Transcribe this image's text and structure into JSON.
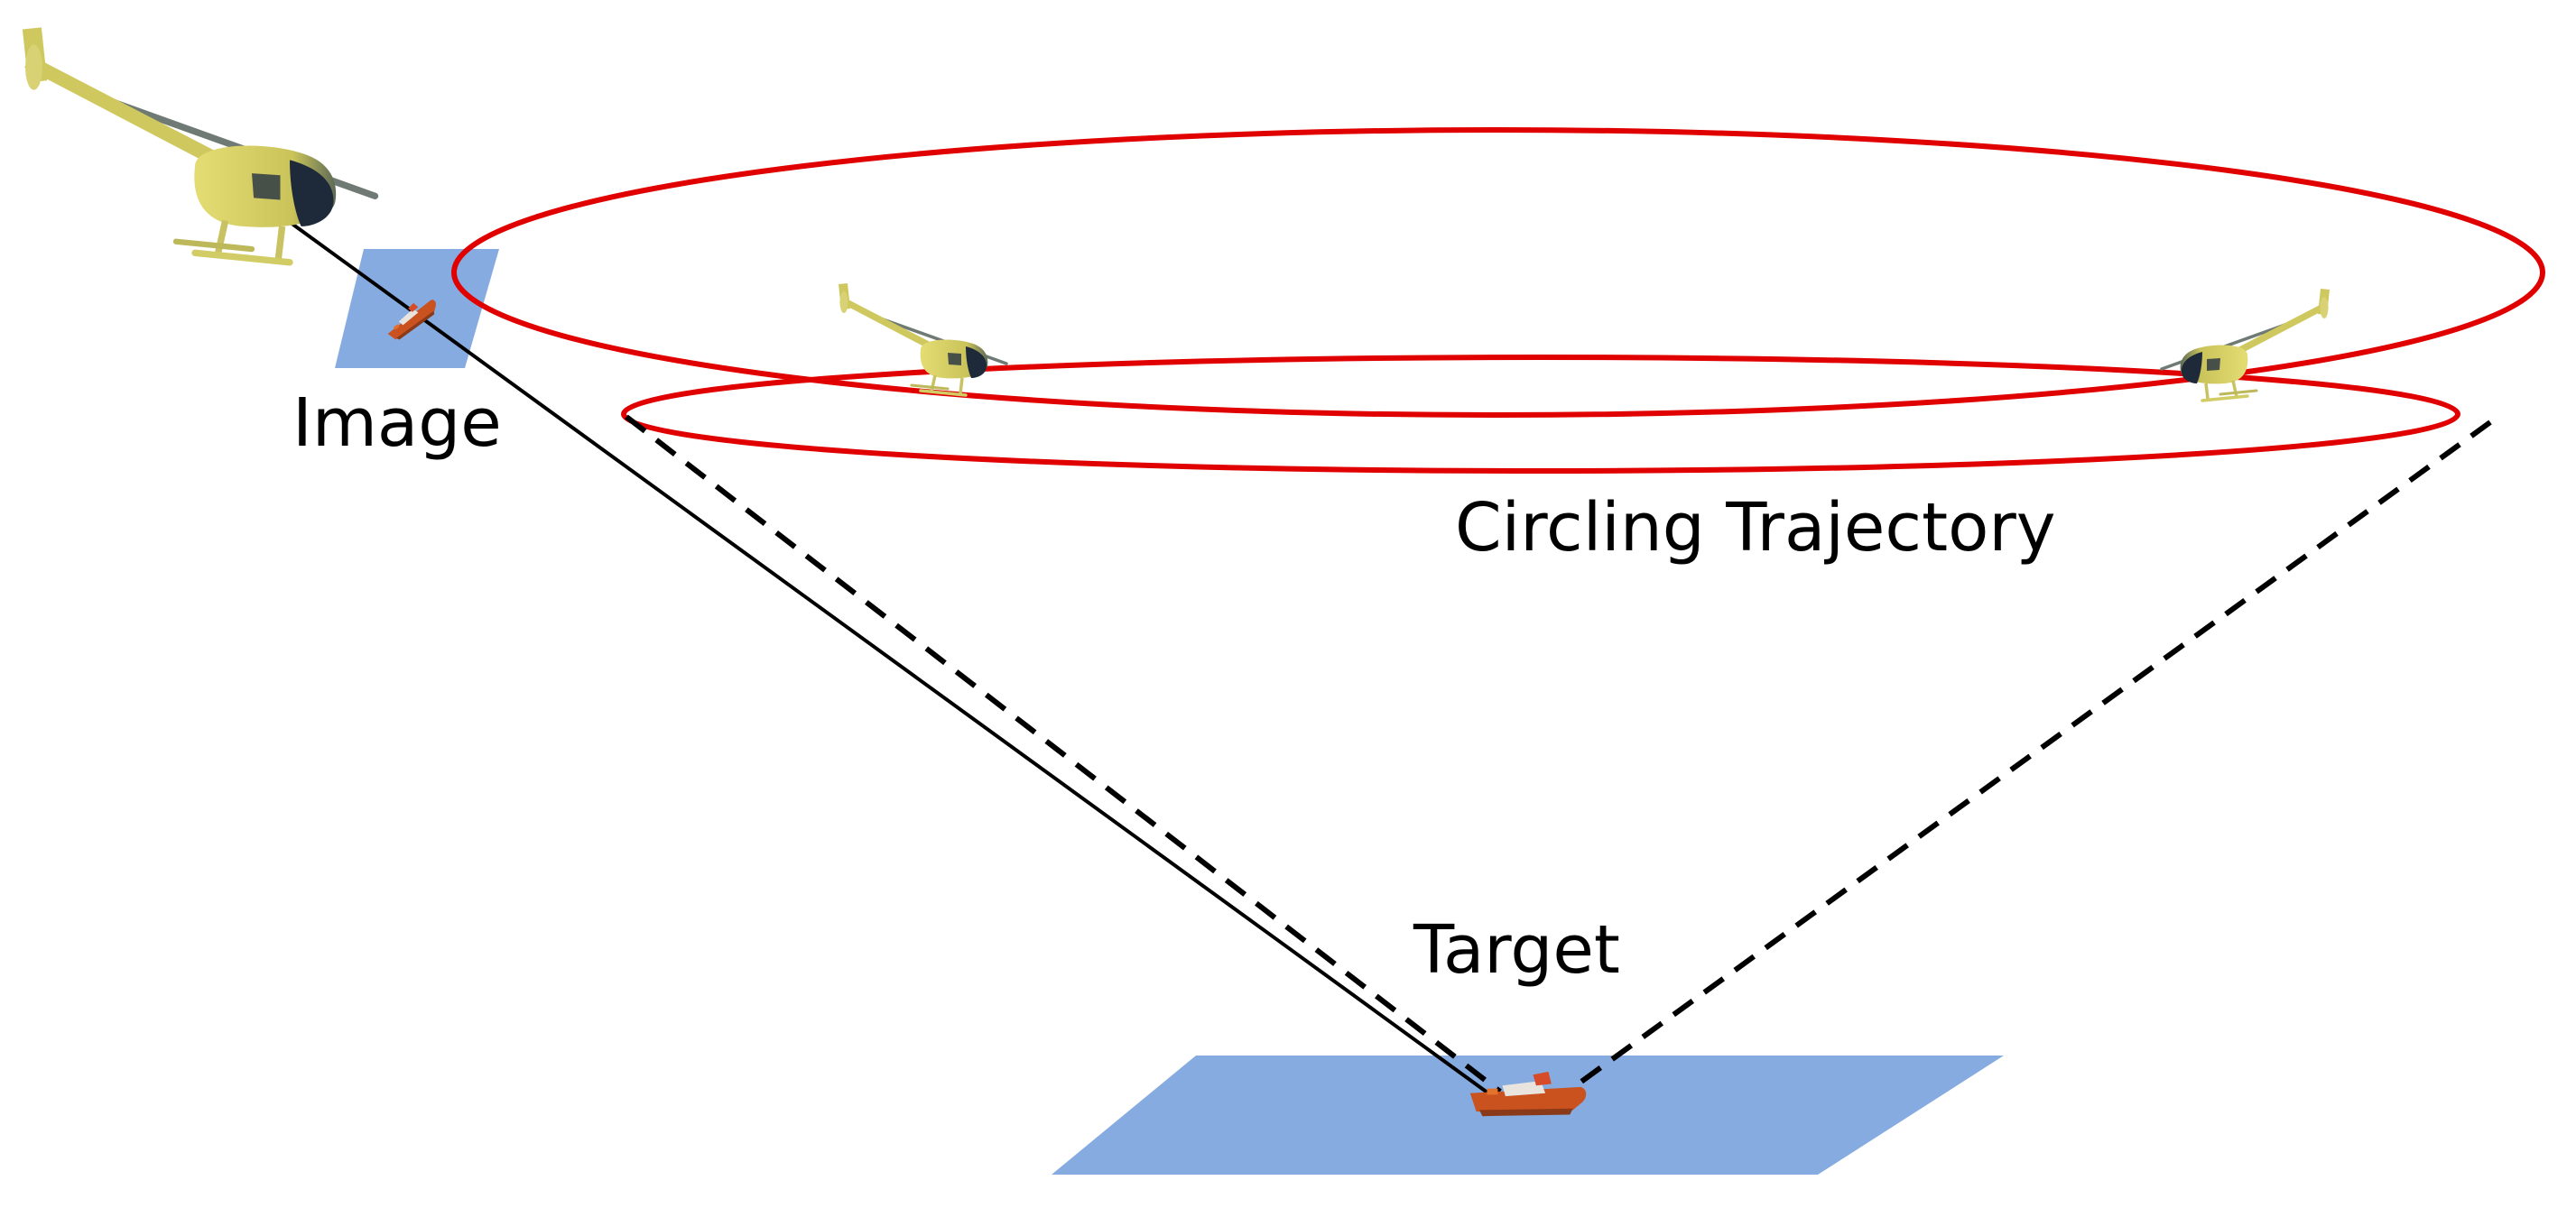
{
  "labels": {
    "image": "Image",
    "trajectory": "Circling Trajectory",
    "target": "Target"
  },
  "colors": {
    "trajectory": "#e00000",
    "plane": "#86abe0",
    "sight_line": "#000000",
    "helicopter_body": "#d6cf60",
    "helicopter_cockpit": "#1e2a3a",
    "boat": "#c9521f"
  },
  "icons": [
    "helicopter-icon",
    "boat-icon"
  ]
}
